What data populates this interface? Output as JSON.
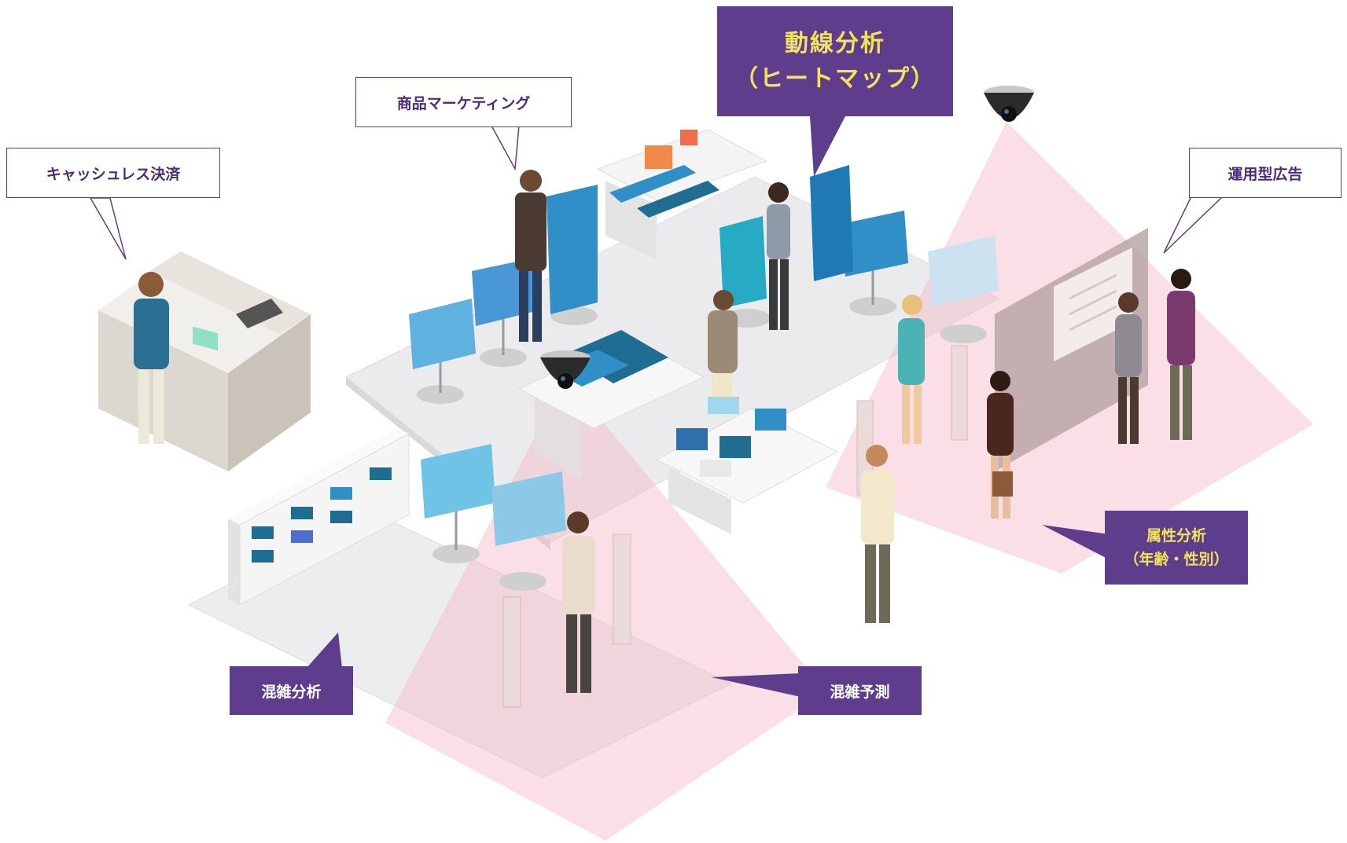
{
  "callouts": {
    "cashless": {
      "label": "キャッシュレス決済"
    },
    "product_marketing": {
      "label": "商品マーケティング"
    },
    "flow_analysis": {
      "line1": "動線分析",
      "line2": "（ヒートマップ）"
    },
    "ads": {
      "label": "運用型広告"
    },
    "attributes": {
      "line1": "属性分析",
      "line2": "（年齢・性別）"
    },
    "congestion_analysis": {
      "label": "混雑分析"
    },
    "congestion_forecast": {
      "label": "混雑予測"
    }
  },
  "colors": {
    "accent_purple": "#5e3e8c",
    "highlight_yellow": "#f3e35a",
    "camera_cone_pink": "#f4b8c8",
    "floor_gray": "#e8e8ea",
    "garment_blue": "#2f8fc6"
  },
  "icons": {
    "camera": "dome-camera-icon",
    "person": "person-icon",
    "rack": "clothing-rack-icon",
    "table": "display-table-icon"
  }
}
